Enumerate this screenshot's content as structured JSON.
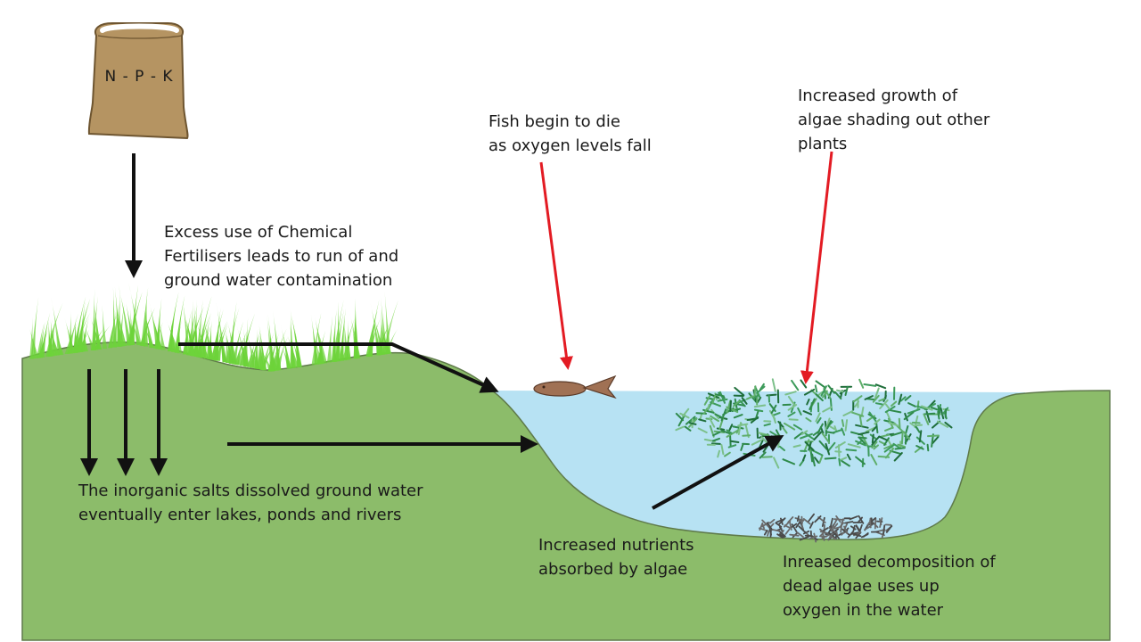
{
  "bag": {
    "label": "N - P - K"
  },
  "labels": {
    "fertiliser": [
      "Excess use of Chemical",
      "Fertilisers leads to run of and",
      "ground water contamination"
    ],
    "salts": [
      "The inorganic salts dissolved ground water",
      "eventually enter lakes, ponds and rivers"
    ],
    "fish": [
      "Fish begin to die",
      "as oxygen levels fall"
    ],
    "algae_growth": [
      "Increased growth of",
      "algae shading out other",
      "plants"
    ],
    "nutrients": [
      "Increased nutrients",
      "absorbed by algae"
    ],
    "decomposition": [
      "Inreased decomposition of",
      "dead algae uses up",
      "oxygen in the water"
    ]
  },
  "colors": {
    "land": "#8cbc6a",
    "land_edge": "#5f7a4a",
    "grass": "#6dd33a",
    "water": "#b7e2f3",
    "algae": "#2f8a4a",
    "bag": "#b59462",
    "fish": "#a07154",
    "arrow_black": "#111111",
    "arrow_red": "#e31b23"
  }
}
